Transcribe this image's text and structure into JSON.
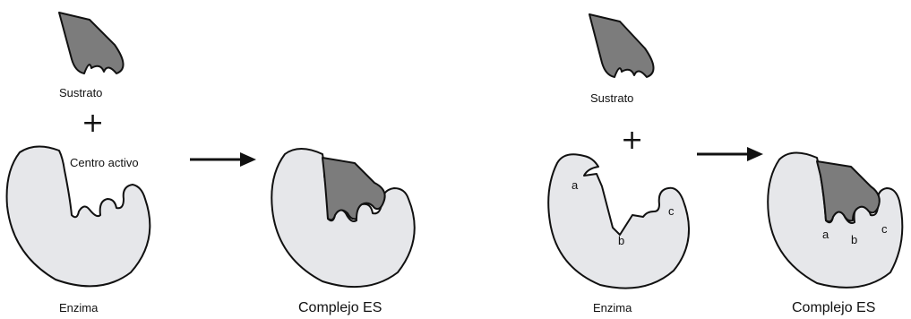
{
  "colors": {
    "enzyme_fill": "#e6e7ea",
    "substrate_fill": "#7c7c7c",
    "outline": "#111111",
    "background": "#ffffff"
  },
  "left_panel": {
    "substrate_label": "Sustrato",
    "plus_sign": "+",
    "active_site_label": "Centro activo",
    "enzyme_label": "Enzima",
    "complex_label": "Complejo ES"
  },
  "right_panel": {
    "substrate_label": "Sustrato",
    "plus_sign": "+",
    "enzyme_label": "Enzima",
    "complex_label": "Complejo ES",
    "site_labels": [
      "a",
      "b",
      "c"
    ],
    "complex_site_labels": [
      "a",
      "b",
      "c"
    ]
  },
  "icons": [
    "arrow-right-icon",
    "arrow-right-icon"
  ]
}
